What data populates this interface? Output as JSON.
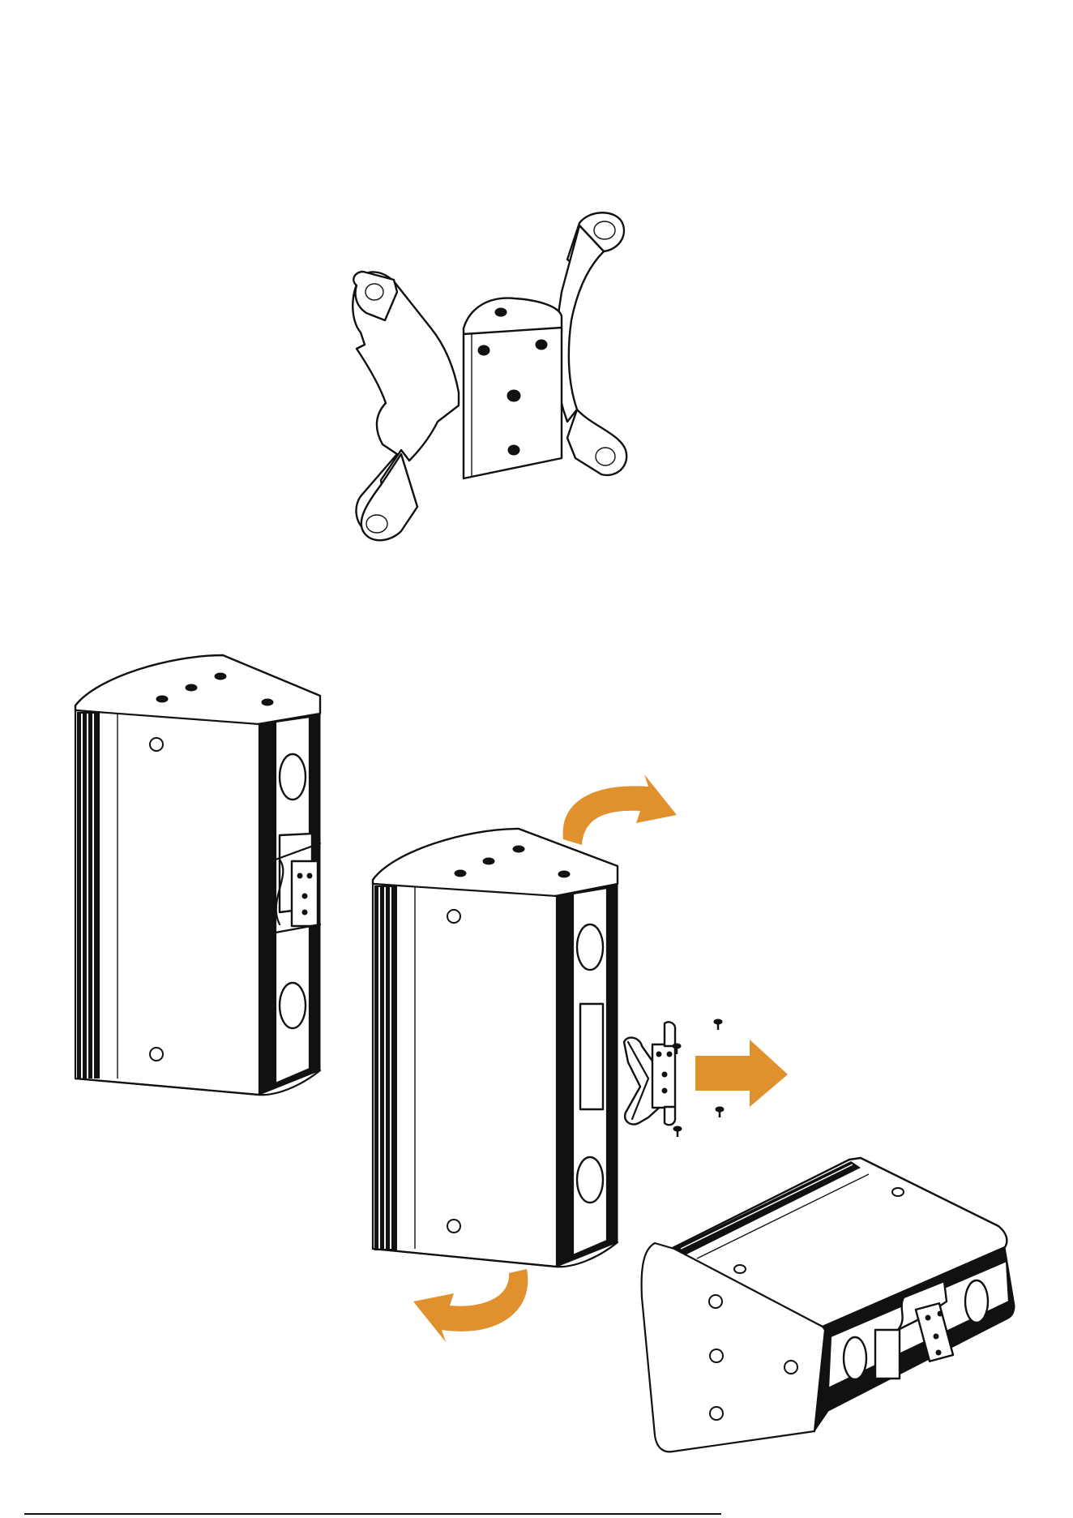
{
  "colors": {
    "line": "#111111",
    "background": "#ffffff",
    "arrow": "#e0902c"
  },
  "figure": {
    "components": [
      "bracket-detail",
      "speaker-upright",
      "speaker-center",
      "small-bracket",
      "mounting-screws",
      "speaker-horizontal"
    ],
    "arrows": [
      "rotate-top-arrow",
      "rotate-bottom-arrow",
      "push-right-arrow"
    ]
  }
}
